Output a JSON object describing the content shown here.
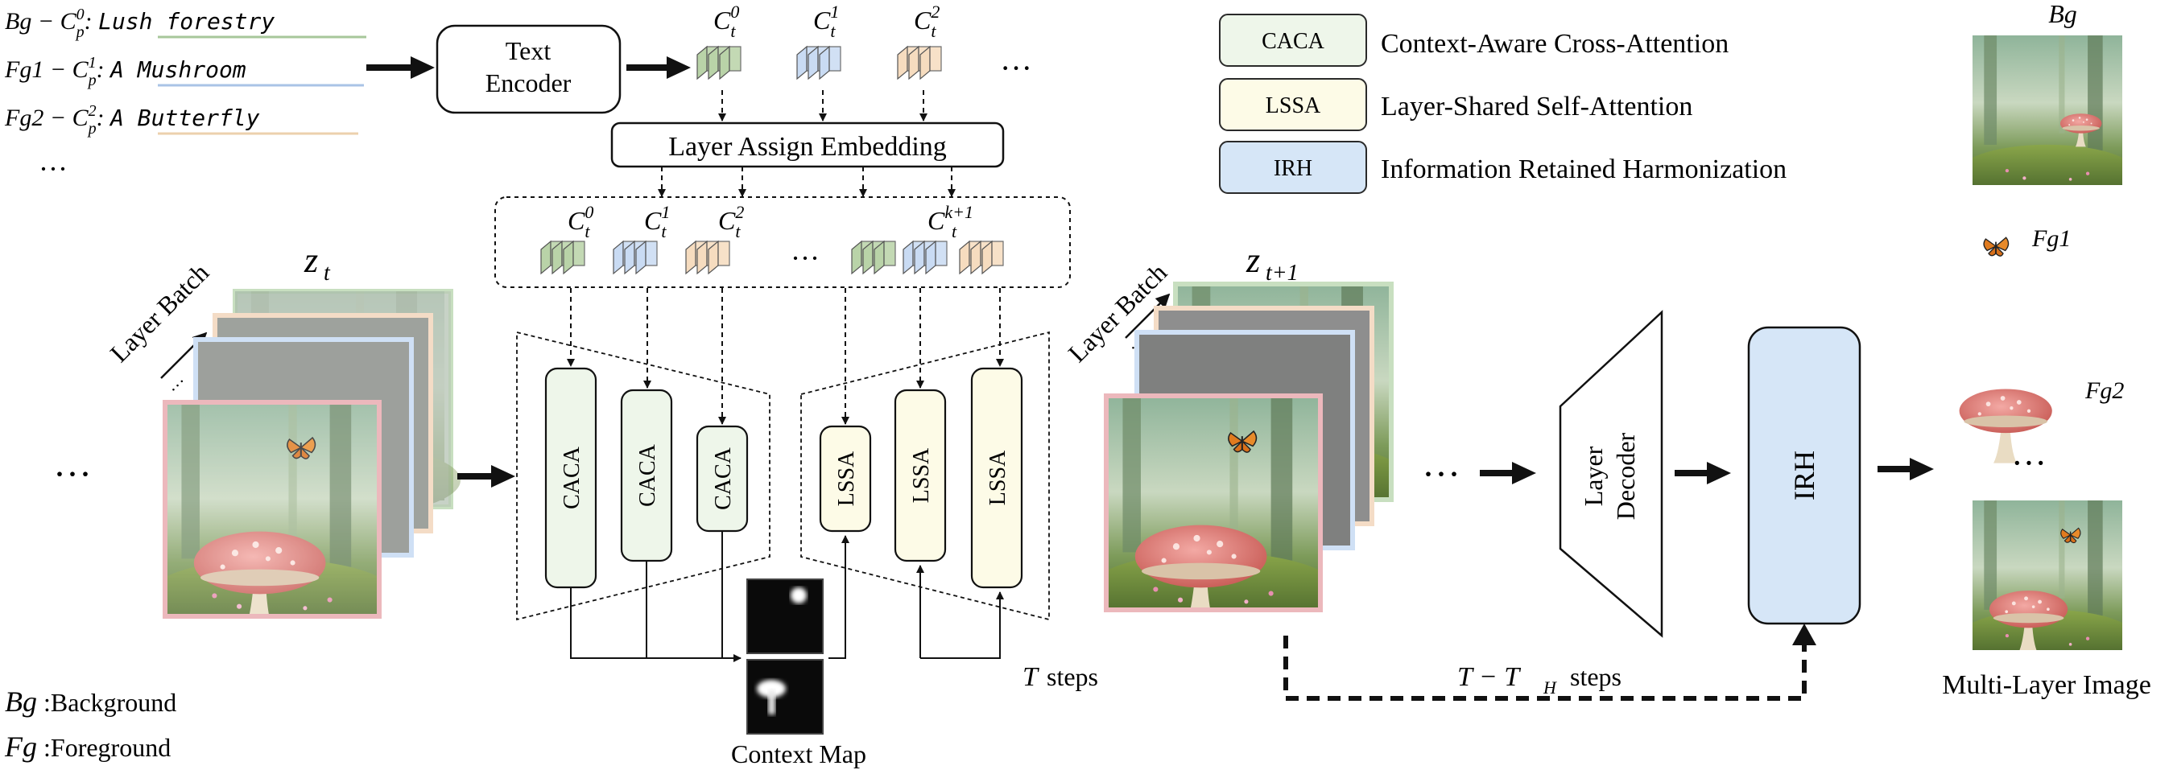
{
  "prompts": {
    "bg": {
      "label": "Bg",
      "ctx": "C",
      "sup": "0",
      "sub": "p",
      "text": "Lush forestry"
    },
    "fg1": {
      "label": "Fg1",
      "ctx": "C",
      "sup": "1",
      "sub": "p",
      "text": "A Mushroom"
    },
    "fg2": {
      "label": "Fg2",
      "ctx": "C",
      "sup": "2",
      "sub": "p",
      "text": "A Butterfly"
    },
    "more": "···"
  },
  "text_encoder": {
    "line1": "Text",
    "line2": "Encoder"
  },
  "layer_assign": "Layer Assign Embedding",
  "tokens": {
    "c0": "0",
    "c1": "1",
    "c2": "2",
    "ck1": "k+1",
    "base": "C",
    "sub": "t",
    "more": "···"
  },
  "latents": {
    "zt": "z",
    "zt_sub": "t",
    "zt1": "z",
    "zt1_sub": "t+1",
    "layer_batch": "Layer Batch",
    "more": "···"
  },
  "blocks": {
    "caca": "CACA",
    "lssa": "LSSA",
    "irh": "IRH",
    "decoder_l1": "Layer",
    "decoder_l2": "Decoder"
  },
  "context_map": "Context Map",
  "t_steps": {
    "var": "T",
    "word": "steps"
  },
  "th_steps": {
    "expr": "T − T",
    "sub": "H",
    "word": "steps"
  },
  "legend": [
    {
      "key": "CACA",
      "desc": "Context-Aware Cross-Attention",
      "color": "#eef6ea",
      "stroke": "#2a2a2a"
    },
    {
      "key": "LSSA",
      "desc": "Layer-Shared Self-Attention",
      "color": "#fdfbe7",
      "stroke": "#2a2a2a"
    },
    {
      "key": "IRH",
      "desc": "Information Retained Harmonization",
      "color": "#d6e6f7",
      "stroke": "#2a2a2a"
    }
  ],
  "output": {
    "bg_label": "Bg",
    "fg1_label": "Fg1",
    "fg2_label": "Fg2",
    "more": "···",
    "caption": "Multi-Layer Image"
  },
  "notes": {
    "bg_def_var": "Bg",
    "bg_def_text": ":Background",
    "fg_def_var": "Fg",
    "fg_def_text": ":Foreground"
  },
  "colors": {
    "green_token": "#b9d3a8",
    "blue_token": "#c9dbf3",
    "peach_token": "#f6dcbf",
    "frame_green": "#c8dfc0",
    "frame_peach": "#f4dcc6",
    "frame_blue": "#cfe0f5",
    "frame_pink": "#ecb8bc",
    "caca_fill": "#eef6ea",
    "lssa_fill": "#fdfbe7",
    "irh_fill": "#d6e6f7"
  }
}
